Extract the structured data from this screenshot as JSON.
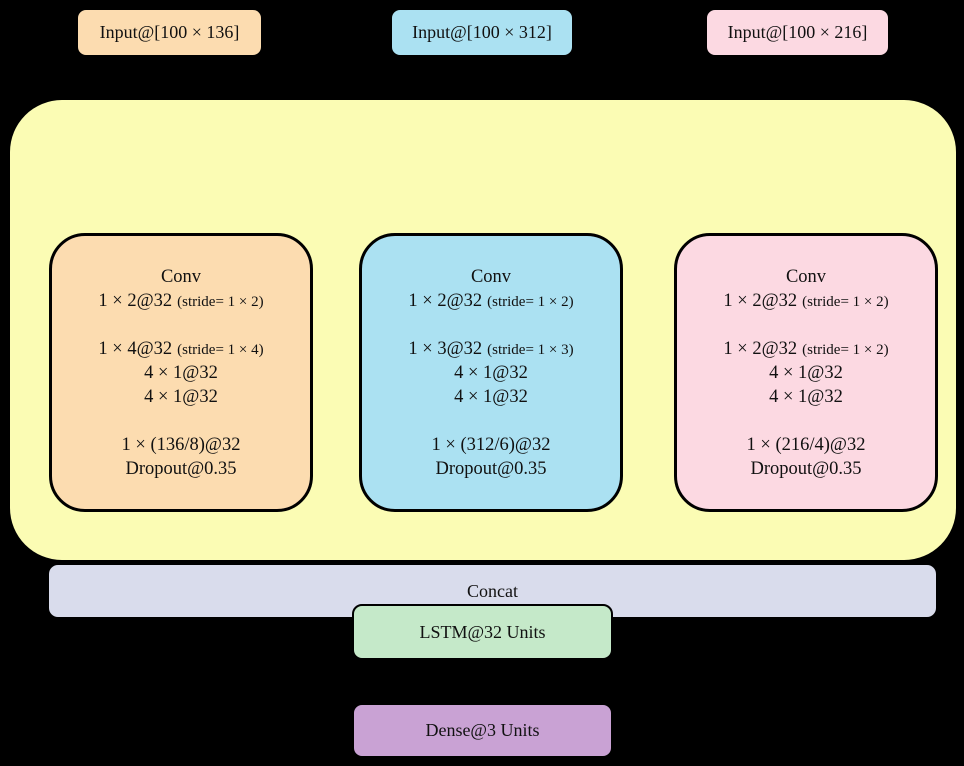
{
  "colors": {
    "background": "#000000",
    "container_yellow": "#fbfcb4",
    "branch_orange": "#fcdcb0",
    "branch_blue": "#abe1f2",
    "branch_pink": "#fcd9e2",
    "concat_lavender": "#d9dcec",
    "lstm_green": "#c5e9c9",
    "dense_purple": "#c9a2d4",
    "border": "#000000"
  },
  "inputs": [
    {
      "label": "Input@[100 × 136]"
    },
    {
      "label": "Input@[100 × 312]"
    },
    {
      "label": "Input@[100 × 216]"
    }
  ],
  "conv_blocks": [
    {
      "title": "Conv",
      "conv1_main": "1 × 2@32",
      "conv1_note": "(stride= 1 × 2)",
      "conv2_main": "1 × 4@32",
      "conv2_note": "(stride= 1 × 4)",
      "conv3": "4 × 1@32",
      "conv4": "4 × 1@32",
      "pool": "1 × (136/8)@32",
      "dropout": "Dropout@0.35"
    },
    {
      "title": "Conv",
      "conv1_main": "1 × 2@32",
      "conv1_note": "(stride= 1 × 2)",
      "conv2_main": "1 × 3@32",
      "conv2_note": "(stride= 1 × 3)",
      "conv3": "4 × 1@32",
      "conv4": "4 × 1@32",
      "pool": "1 × (312/6)@32",
      "dropout": "Dropout@0.35"
    },
    {
      "title": "Conv",
      "conv1_main": "1 × 2@32",
      "conv1_note": "(stride= 1 × 2)",
      "conv2_main": "1 × 2@32",
      "conv2_note": "(stride= 1 × 2)",
      "conv3": "4 × 1@32",
      "conv4": "4 × 1@32",
      "pool": "1 × (216/4)@32",
      "dropout": "Dropout@0.35"
    }
  ],
  "concat": {
    "label": "Concat"
  },
  "lstm": {
    "label": "LSTM@32 Units"
  },
  "dense": {
    "label": "Dense@3 Units"
  }
}
